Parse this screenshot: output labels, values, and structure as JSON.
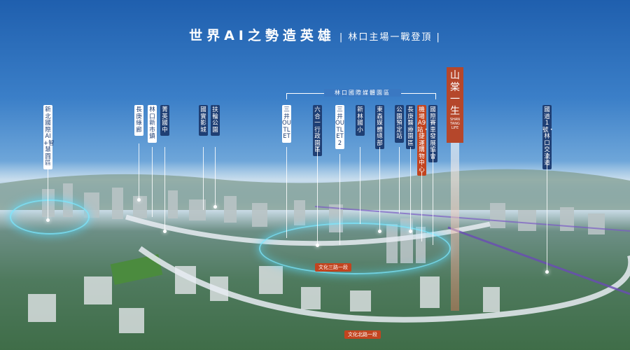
{
  "header": {
    "title": "世界AI之勢造英雄",
    "subtitle": "| 林口主場一戰登頂 |"
  },
  "group": {
    "title": "林口國際媒體園區"
  },
  "labels": [
    {
      "id": "l1",
      "text": "新北國際AI+智慧園區",
      "style": "white"
    },
    {
      "id": "l2",
      "text": "長庚綠廊",
      "style": "white"
    },
    {
      "id": "l3",
      "text": "林口新市鎮",
      "style": "white"
    },
    {
      "id": "l4",
      "text": "菁英國中",
      "style": "navy"
    },
    {
      "id": "l5",
      "text": "國實影城",
      "style": "navy"
    },
    {
      "id": "l6",
      "text": "扶輪公園",
      "style": "navy"
    },
    {
      "id": "l7",
      "text": "三井OUTLET",
      "style": "white"
    },
    {
      "id": "l8",
      "text": "六合一行政園區",
      "style": "navy"
    },
    {
      "id": "l9",
      "text": "三井OUTLET2",
      "style": "white"
    },
    {
      "id": "l10",
      "text": "新林國小",
      "style": "navy"
    },
    {
      "id": "l11",
      "text": "東森媒體總部",
      "style": "navy"
    },
    {
      "id": "l12",
      "text": "公園預定站",
      "style": "navy"
    },
    {
      "id": "l13",
      "text": "長庚醫療園區",
      "style": "navy"
    },
    {
      "id": "l14",
      "text": "機場A9站・捷運購物中心",
      "style": "orange"
    },
    {
      "id": "l15",
      "text": "國際賽車發展協會",
      "style": "navy"
    },
    {
      "id": "l16",
      "text": "國道1號・林口交流道",
      "style": "navy"
    }
  ],
  "tower": {
    "name": "山棠一生",
    "en": "SHAN TANG LIFE"
  },
  "roads": [
    {
      "id": "r1",
      "text": "文化三路一段"
    },
    {
      "id": "r2",
      "text": "文化北路一段"
    }
  ],
  "colors": {
    "navy": "#1f3f74",
    "accent": "#c2441f",
    "ring": "#78e6ff"
  }
}
